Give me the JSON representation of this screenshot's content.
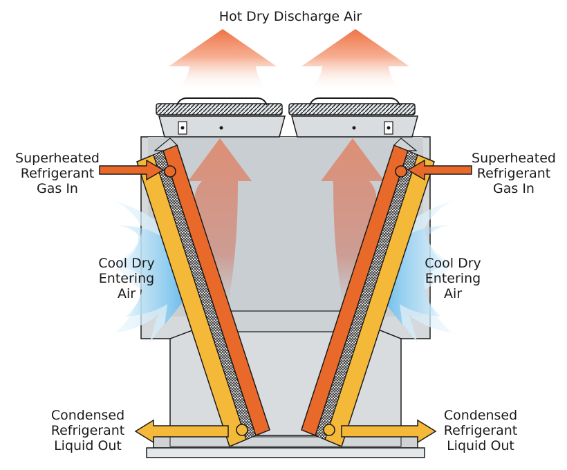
{
  "labels": {
    "top": "Hot Dry Discharge Air",
    "left_gas": [
      "Superheated",
      "Refrigerant",
      "Gas In"
    ],
    "right_gas": [
      "Superheated",
      "Refrigerant",
      "Gas In"
    ],
    "left_air": [
      "Cool Dry",
      "Entering",
      "Air"
    ],
    "right_air": [
      "Cool Dry",
      "Entering",
      "Air"
    ],
    "left_liquid": [
      "Condensed",
      "Refrigerant",
      "Liquid Out"
    ],
    "right_liquid": [
      "Condensed",
      "Refrigerant",
      "Liquid Out"
    ]
  },
  "colors": {
    "hot_air": "#f07a4f",
    "cool_air": "#3fa9e8",
    "coil_orange": "#e8692a",
    "coil_yellow": "#f5b93a",
    "cabinet": "#d6dadd",
    "outline": "#1a1a1a"
  }
}
